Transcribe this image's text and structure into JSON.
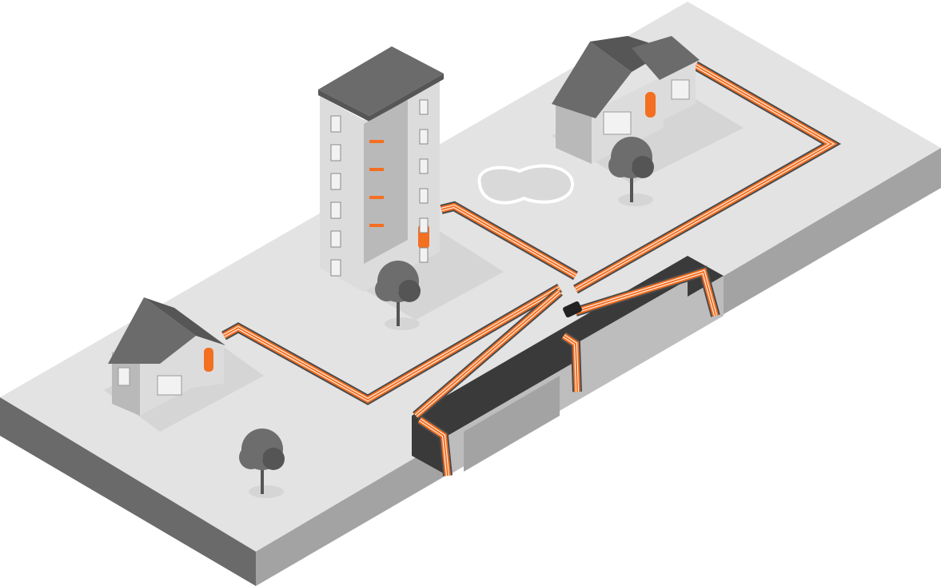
{
  "colors": {
    "background": "#ffffff",
    "ground_top": "#e3e3e3",
    "ground_front_left": "#6a6a6a",
    "ground_front_right": "#a3a3a3",
    "trench_dark": "#3a3a3a",
    "trench_wall": "#bdbdbd",
    "pipe_orange": "#f36f21",
    "pipe_light": "#f7a25f",
    "pipe_track": "#4b4b4b",
    "pipe_inner": "#ffffff",
    "roof": "#6b6b6b",
    "roof_side": "#565656",
    "wall_light": "#dcdcdc",
    "wall_shade": "#b9b9b9",
    "window": "#f2f2f2",
    "door_orange": "#f36f21",
    "tree_canopy": "#6d6d6d",
    "tree_dark": "#555555",
    "pool_ring": "#ffffff",
    "pool_fill": "#d9d9d9",
    "junction_box": "#222222"
  },
  "diagram": {
    "type": "isometric-infrastructure-illustration",
    "elements": [
      "ground-platform",
      "apartment-building",
      "house-left",
      "house-right",
      "swimming-pool",
      "tree",
      "pipe-network",
      "junction-box",
      "trench"
    ]
  }
}
